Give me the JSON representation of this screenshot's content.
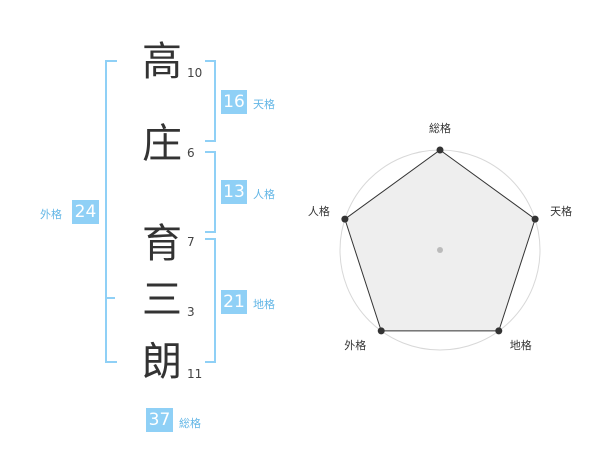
{
  "name_chars": [
    {
      "char": "高",
      "strokes": "10"
    },
    {
      "char": "庄",
      "strokes": "6"
    },
    {
      "char": "育",
      "strokes": "7"
    },
    {
      "char": "三",
      "strokes": "3"
    },
    {
      "char": "朗",
      "strokes": "11"
    }
  ],
  "fortune": {
    "tenkaku": {
      "value": "16",
      "label": "天格"
    },
    "jinkaku": {
      "value": "13",
      "label": "人格"
    },
    "chikaku": {
      "value": "21",
      "label": "地格"
    },
    "gaikaku": {
      "value": "24",
      "label": "外格"
    },
    "soukaku": {
      "value": "37",
      "label": "総格"
    }
  },
  "colors": {
    "accent": "#8fd0f6",
    "accent_text": "#62b6e6",
    "radar_fill": "#eeeeee"
  },
  "chart_data": {
    "type": "radar",
    "axes": [
      "総格",
      "天格",
      "地格",
      "外格",
      "人格"
    ],
    "values": [
      1.0,
      1.0,
      1.0,
      1.0,
      1.0
    ],
    "rings": 5
  }
}
